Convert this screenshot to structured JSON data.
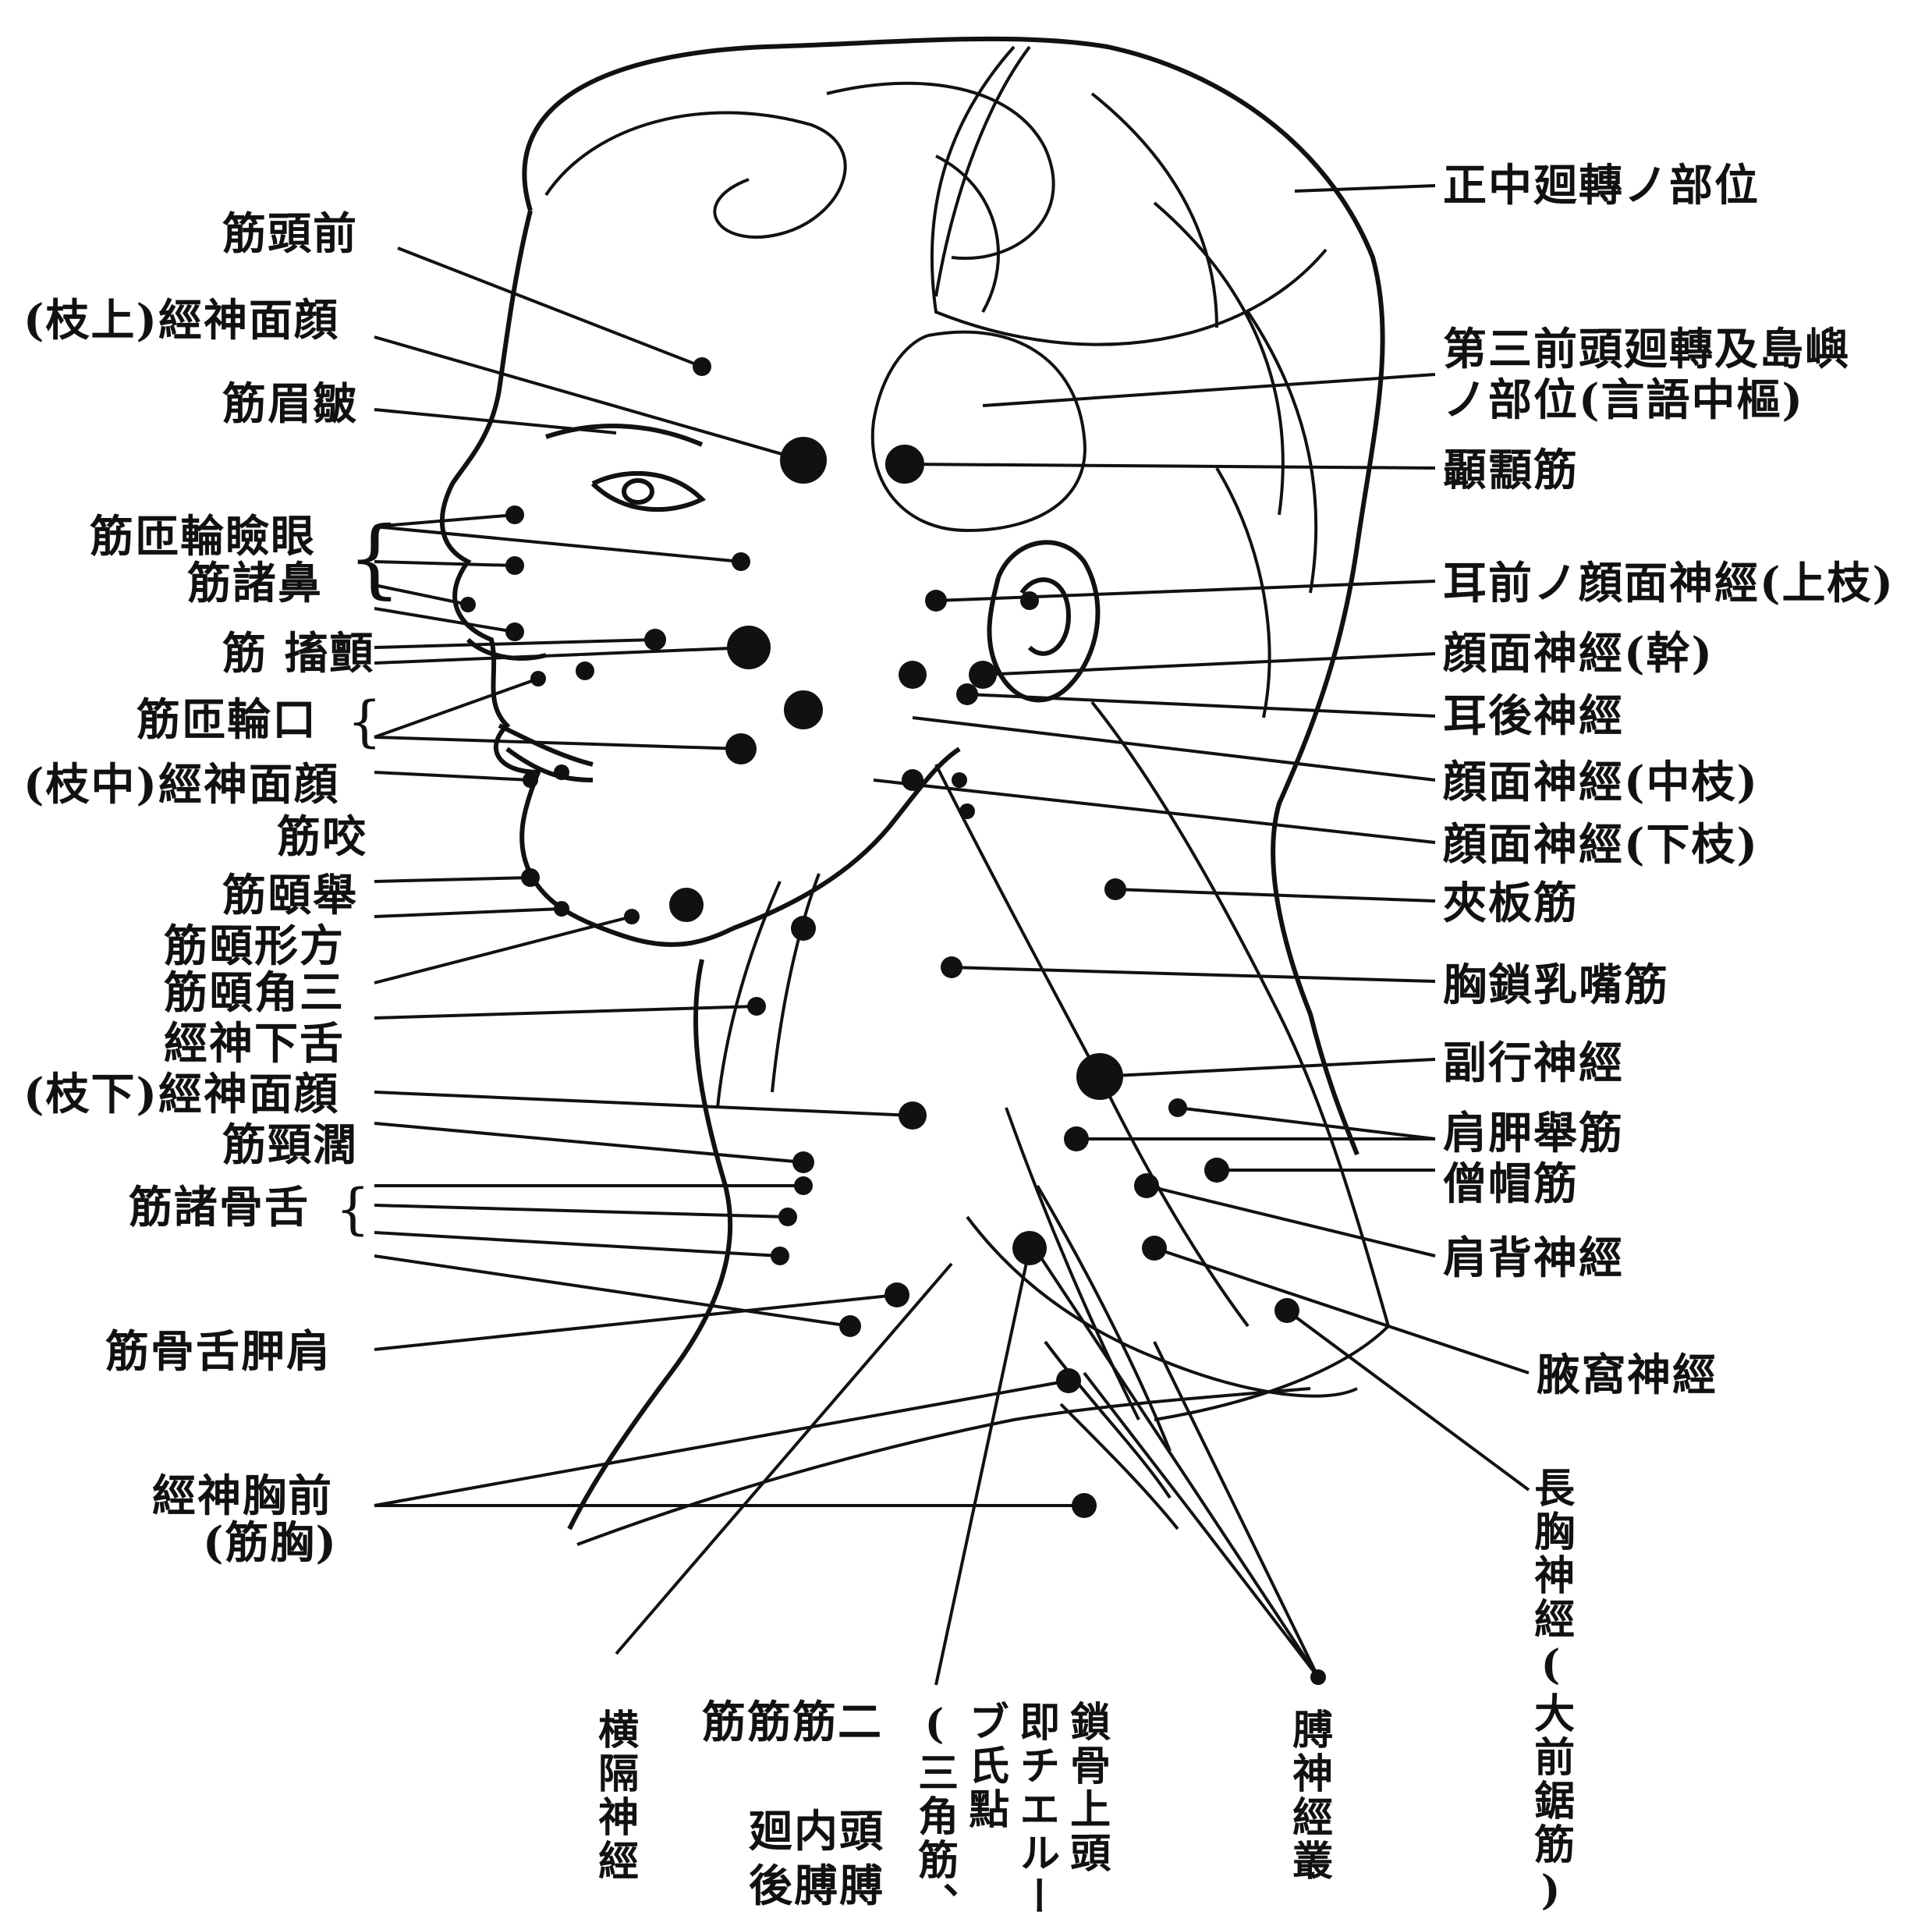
{
  "left_labels": [
    "筋頭前",
    "(枝上)經神面顔",
    "筋眉皺",
    "筋匝輪瞼眼",
    "筋諸鼻",
    "筋 搐顫",
    "筋匝輪口",
    "(枝中)經神面顔",
    "筋咬",
    "筋頤舉",
    "筋頤形方",
    "筋頤角三",
    "經神下舌",
    "(枝下)經神面顔",
    "筋頸濶",
    "筋諸骨舌",
    "筋骨舌胛肩",
    "經神胸前",
    "(筋胸)"
  ],
  "right_labels": [
    "正中廻轉ノ部位",
    "第三前頭廻轉及島嶼",
    "ノ部位(言語中樞)",
    "顳顬筋",
    "耳前ノ顔面神經(上枝)",
    "顔面神經(幹)",
    "耳後神經",
    "顔面神經(中枝)",
    "顔面神經(下枝)",
    "夾板筋",
    "胸鎖乳嘴筋",
    "副行神經",
    "肩胛舉筋",
    "僧帽筋",
    "肩背神經",
    "腋窩神經",
    "長胸神經(大前鋸筋)"
  ],
  "bottom_labels": [
    "横隔神經",
    "筋筋筋二",
    "廻内頭",
    "後膊膊",
    "(三角筋、",
    "ブ氏點",
    "即チエルー",
    "鎖骨上頭",
    "膊神經叢"
  ]
}
